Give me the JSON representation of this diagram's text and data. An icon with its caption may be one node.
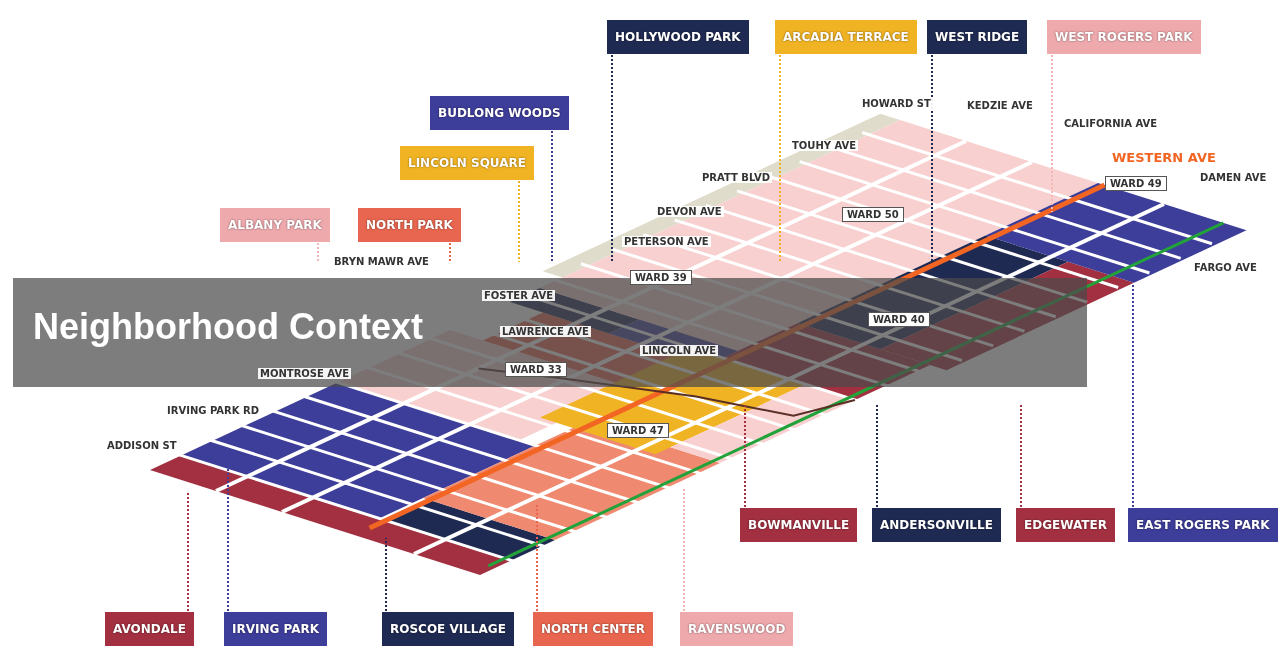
{
  "diagram": {
    "title": "Neighborhood Context",
    "nodes": [
      {
        "text": [
          "HOLLYWOOD PARK"
        ]
      },
      {
        "text": [
          "ARCADIA TERRACE"
        ]
      },
      {
        "text": [
          "WEST RIDGE"
        ]
      },
      {
        "text": [
          "WEST ROGERS PARK"
        ]
      },
      {
        "text": [
          "BUDLONG WOODS"
        ]
      },
      {
        "text": [
          "LINCOLN SQUARE"
        ]
      },
      {
        "text": [
          "ALBANY PARK"
        ]
      },
      {
        "text": [
          "NORTH PARK"
        ]
      },
      {
        "text": [
          "WARD 50"
        ]
      },
      {
        "text": [
          "WARD 49"
        ]
      },
      {
        "text": [
          "WARD 39"
        ]
      },
      {
        "text": [
          "WARD 33"
        ]
      },
      {
        "text": [
          "WARD 40"
        ]
      },
      {
        "text": [
          "WARD 47"
        ]
      },
      {
        "text": [
          "BOWMANVILLE"
        ]
      },
      {
        "text": [
          "ANDERSONVILLE"
        ]
      },
      {
        "text": [
          "EDGEWATER"
        ]
      },
      {
        "text": [
          "EAST ROGERS PARK"
        ]
      },
      {
        "text": [
          "AVONDALE"
        ]
      },
      {
        "text": [
          "IRVING PARK"
        ]
      },
      {
        "text": [
          "ROSCOE VILLAGE"
        ]
      },
      {
        "text": [
          "NORTH CENTER"
        ]
      },
      {
        "text": [
          "RAVENSWOOD"
        ]
      }
    ],
    "edges": [
      {
        "from": 0,
        "to": null,
        "arrow": "none",
        "color": "#1f2a52"
      },
      {
        "from": 1,
        "to": null,
        "arrow": "none",
        "color": "#f0b323"
      },
      {
        "from": 2,
        "to": null,
        "arrow": "none",
        "color": "#1f2a52"
      },
      {
        "from": 3,
        "to": null,
        "arrow": "none",
        "color": "#f4b6b6"
      },
      {
        "from": 4,
        "to": null,
        "arrow": "none",
        "color": "#3d3d9a"
      },
      {
        "from": 5,
        "to": null,
        "arrow": "none",
        "color": "#f0b323"
      },
      {
        "from": 6,
        "to": null,
        "arrow": "none",
        "color": "#f4b6b6"
      },
      {
        "from": 7,
        "to": null,
        "arrow": "none",
        "color": "#e8664f"
      },
      {
        "from": 14,
        "to": null,
        "arrow": "none",
        "color": "#a33040"
      },
      {
        "from": 15,
        "to": null,
        "arrow": "none",
        "color": "#1f2a52"
      },
      {
        "from": 16,
        "to": null,
        "arrow": "none",
        "color": "#a33040"
      },
      {
        "from": 17,
        "to": null,
        "arrow": "none",
        "color": "#3d3d9a"
      },
      {
        "from": 18,
        "to": null,
        "arrow": "none",
        "color": "#a33040"
      },
      {
        "from": 19,
        "to": null,
        "arrow": "none",
        "color": "#3d3d9a"
      },
      {
        "from": 20,
        "to": null,
        "arrow": "none",
        "color": "#1f2a52"
      },
      {
        "from": 21,
        "to": null,
        "arrow": "none",
        "color": "#e8664f"
      },
      {
        "from": 22,
        "to": null,
        "arrow": "none",
        "color": "#f4b6b6"
      }
    ],
    "labels": [
      "HOWARD ST",
      "KEDZIE AVE",
      "TOUHY AVE",
      "CALIFORNIA AVE",
      "WESTERN AVE",
      "PRATT BLVD",
      "DAMEN AVE",
      "DEVON AVE",
      "FARGO AVE",
      "PETERSON AVE",
      "BRYN MAWR AVE",
      "FOSTER AVE",
      "LAWRENCE AVE",
      "LINCOLN AVE",
      "MONTROSE AVE",
      "IRVING PARK RD",
      "ADDISON ST"
    ]
  }
}
